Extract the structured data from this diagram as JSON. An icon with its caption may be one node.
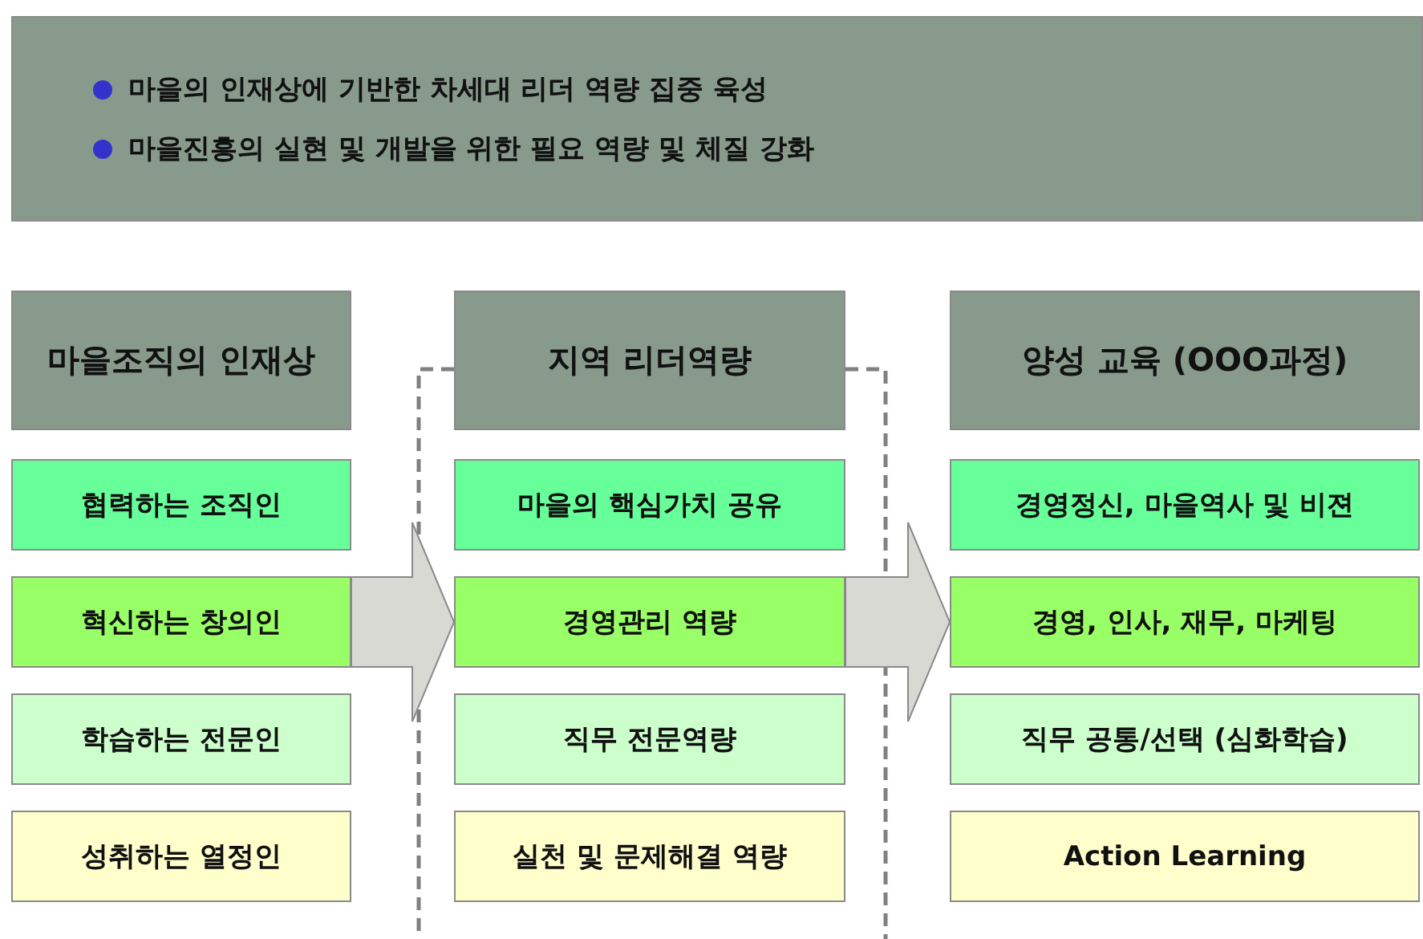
{
  "diagram": {
    "nodes": [
      {
        "text": [
          "마을의 인재상에 기반한 차세대 리더 역량 집중 육성",
          "마을진흥의 실현 및 개발을 위한 필요 역량 및 체질 강화"
        ]
      },
      {
        "text": [
          "마을조직의 인재상"
        ]
      },
      {
        "text": [
          "협력하는 조직인"
        ]
      },
      {
        "text": [
          "혁신하는 창의인"
        ]
      },
      {
        "text": [
          "학습하는 전문인"
        ]
      },
      {
        "text": [
          "성취하는 열정인"
        ]
      },
      {
        "text": [
          "지역 리더역량"
        ]
      },
      {
        "text": [
          "마을의 핵심가치 공유"
        ]
      },
      {
        "text": [
          "경영관리 역량"
        ]
      },
      {
        "text": [
          "직무 전문역량"
        ]
      },
      {
        "text": [
          "실천 및 문제해결 역량"
        ]
      },
      {
        "text": [
          "양성 교육 (OOO과정)"
        ]
      },
      {
        "text": [
          "경영정신, 마을역사 및 비젼"
        ]
      },
      {
        "text": [
          "경영, 인사, 재무, 마케팅"
        ]
      },
      {
        "text": [
          "직무 공통/선택 (심화학습)"
        ]
      },
      {
        "text": [
          "Action Learning"
        ]
      }
    ],
    "edges": [
      {
        "from": 3,
        "to": 8,
        "arrow": "to"
      },
      {
        "from": 8,
        "to": 13,
        "arrow": "to"
      }
    ]
  }
}
